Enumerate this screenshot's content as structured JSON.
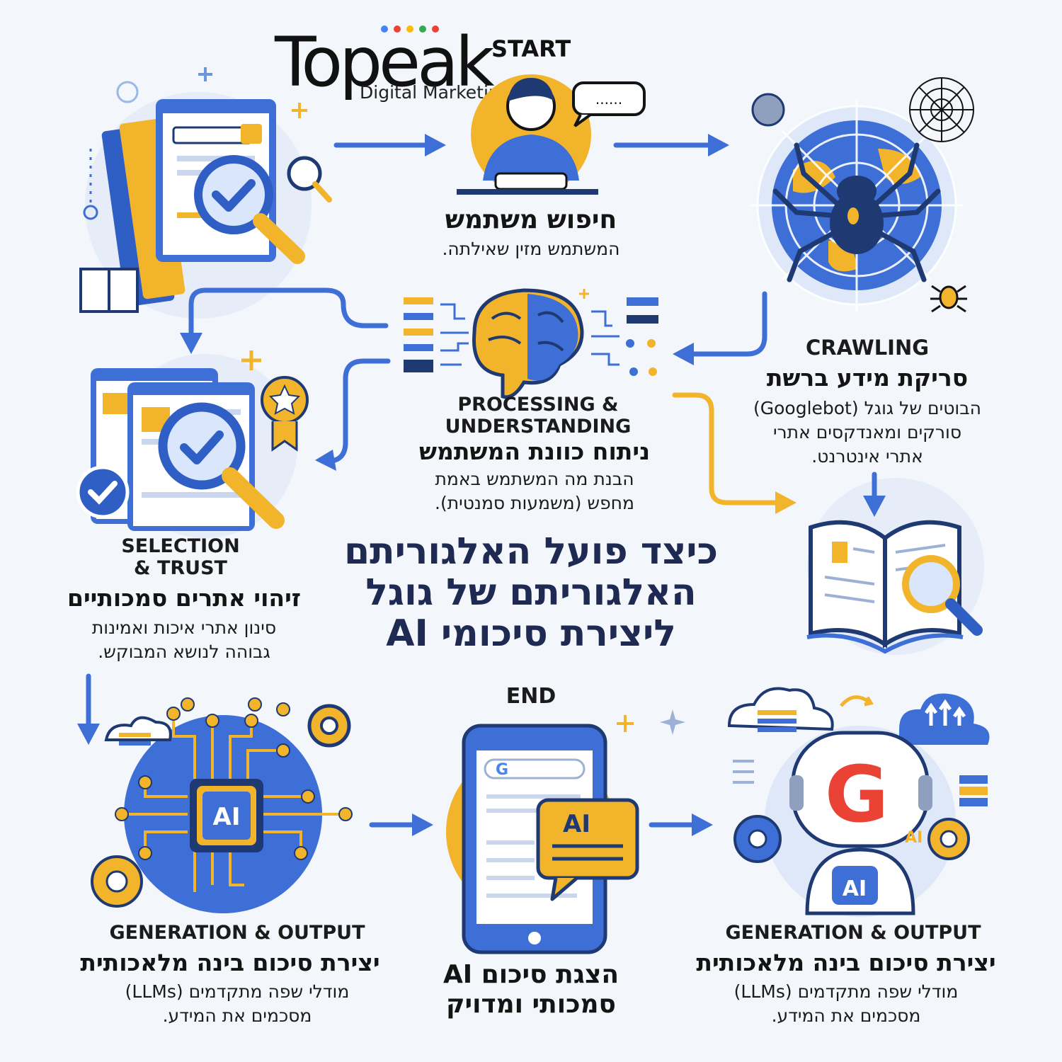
{
  "brand": {
    "name": "Topeak",
    "badge": "START",
    "tagline": "Digital Marketing"
  },
  "title": {
    "line1": "כיצד פועל האלגוריתם",
    "line2": "האלגוריתם של גוגל",
    "line3": "ליצירת סיכומי AI"
  },
  "steps": {
    "search": {
      "heading": "חיפוש משתמש",
      "description": "המשתמש מזין שאילתה."
    },
    "crawling": {
      "label": "CRAWLING",
      "heading": "סריקת מידע ברשת",
      "line1": "הבוטים של גוגל (Googlebot)",
      "line2": "סורקים ומאנדקסים אתרי",
      "line3": "אתרי אינטרנט."
    },
    "processing": {
      "label1": "PROCESSING &",
      "label2": "UNDERSTANDING",
      "heading": "ניתוח כוונת המשתמש",
      "line1": "הבנת מה המשתמש באמת",
      "line2": "מחפש (משמעות סמנטית)."
    },
    "selection": {
      "label1": "SELECTION",
      "label2": "& TRUST",
      "heading": "זיהוי אתרים סמכותיים",
      "line1": "סינון אתרי איכות ואמינות",
      "line2": "גבוהה לנושא המבוקש."
    },
    "generation_left": {
      "label": "GENERATION & OUTPUT",
      "heading": "יצירת סיכום בינה מלאכותית",
      "line1": "מודלי שפה מתקדמים (LLMs)",
      "line2": "מסכמים את המידע."
    },
    "end": {
      "label": "END",
      "heading_line1": "הצגת סיכום AI",
      "heading_line2": "סמכותי ומדויק"
    },
    "generation_right": {
      "label": "GENERATION & OUTPUT",
      "heading": "יצירת סיכום בינה מלאכותית",
      "line1": "מודלי שפה מתקדמים (LLMs)",
      "line2": "מסכמים את המידע."
    }
  },
  "badges": {
    "chip": "AI",
    "bubble": "AI",
    "robot": "AI",
    "robot_side": "AI",
    "g_letter": "G"
  },
  "colors": {
    "blue": "#3d6fd6",
    "dark_blue": "#1f3a73",
    "yellow": "#f2b42a",
    "background": "#f3f6fb",
    "ink": "#141414"
  },
  "icons": [
    "search-documents-icon",
    "user-at-computer-icon",
    "spider-web-icon",
    "brain-icon",
    "open-book-icon",
    "verified-pages-icon",
    "ai-chip-icon",
    "phone-ai-answer-icon",
    "google-robot-icon"
  ]
}
